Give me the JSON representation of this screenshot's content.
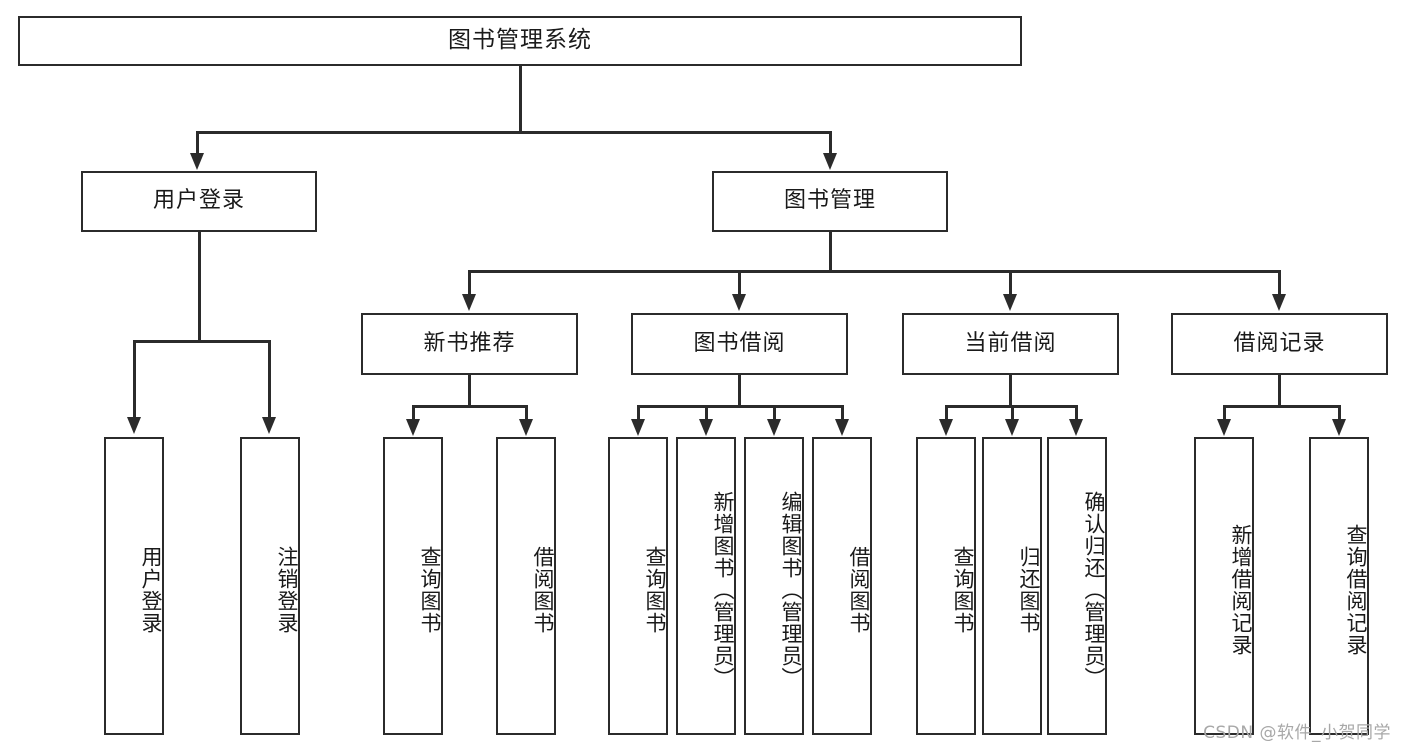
{
  "diagram": {
    "title": "图书管理系统",
    "type": "tree",
    "root": {
      "label": "图书管理系统"
    },
    "level2": [
      {
        "label": "用户登录"
      },
      {
        "label": "图书管理"
      }
    ],
    "level3": [
      {
        "label": "新书推荐"
      },
      {
        "label": "图书借阅"
      },
      {
        "label": "当前借阅"
      },
      {
        "label": "借阅记录"
      }
    ],
    "leaves": {
      "user_login": [
        {
          "label": "用户登录"
        },
        {
          "label": "注销登录"
        }
      ],
      "new_book_recommend": [
        {
          "label": "查询图书"
        },
        {
          "label": "借阅图书"
        }
      ],
      "book_borrow": [
        {
          "label": "查询图书"
        },
        {
          "label": "新增图书（管理员）"
        },
        {
          "label": "编辑图书（管理员）"
        },
        {
          "label": "借阅图书"
        }
      ],
      "current_borrow": [
        {
          "label": "查询图书"
        },
        {
          "label": "归还图书"
        },
        {
          "label": "确认归还（管理员）"
        }
      ],
      "borrow_record": [
        {
          "label": "新增借阅记录"
        },
        {
          "label": "查询借阅记录"
        }
      ]
    }
  },
  "watermark": {
    "text": "CSDN @软件_小贺同学"
  },
  "colors": {
    "stroke": "#2b2b2b",
    "background": "#ffffff",
    "text": "#1a1a1a",
    "watermark": "#a8a8a8"
  }
}
